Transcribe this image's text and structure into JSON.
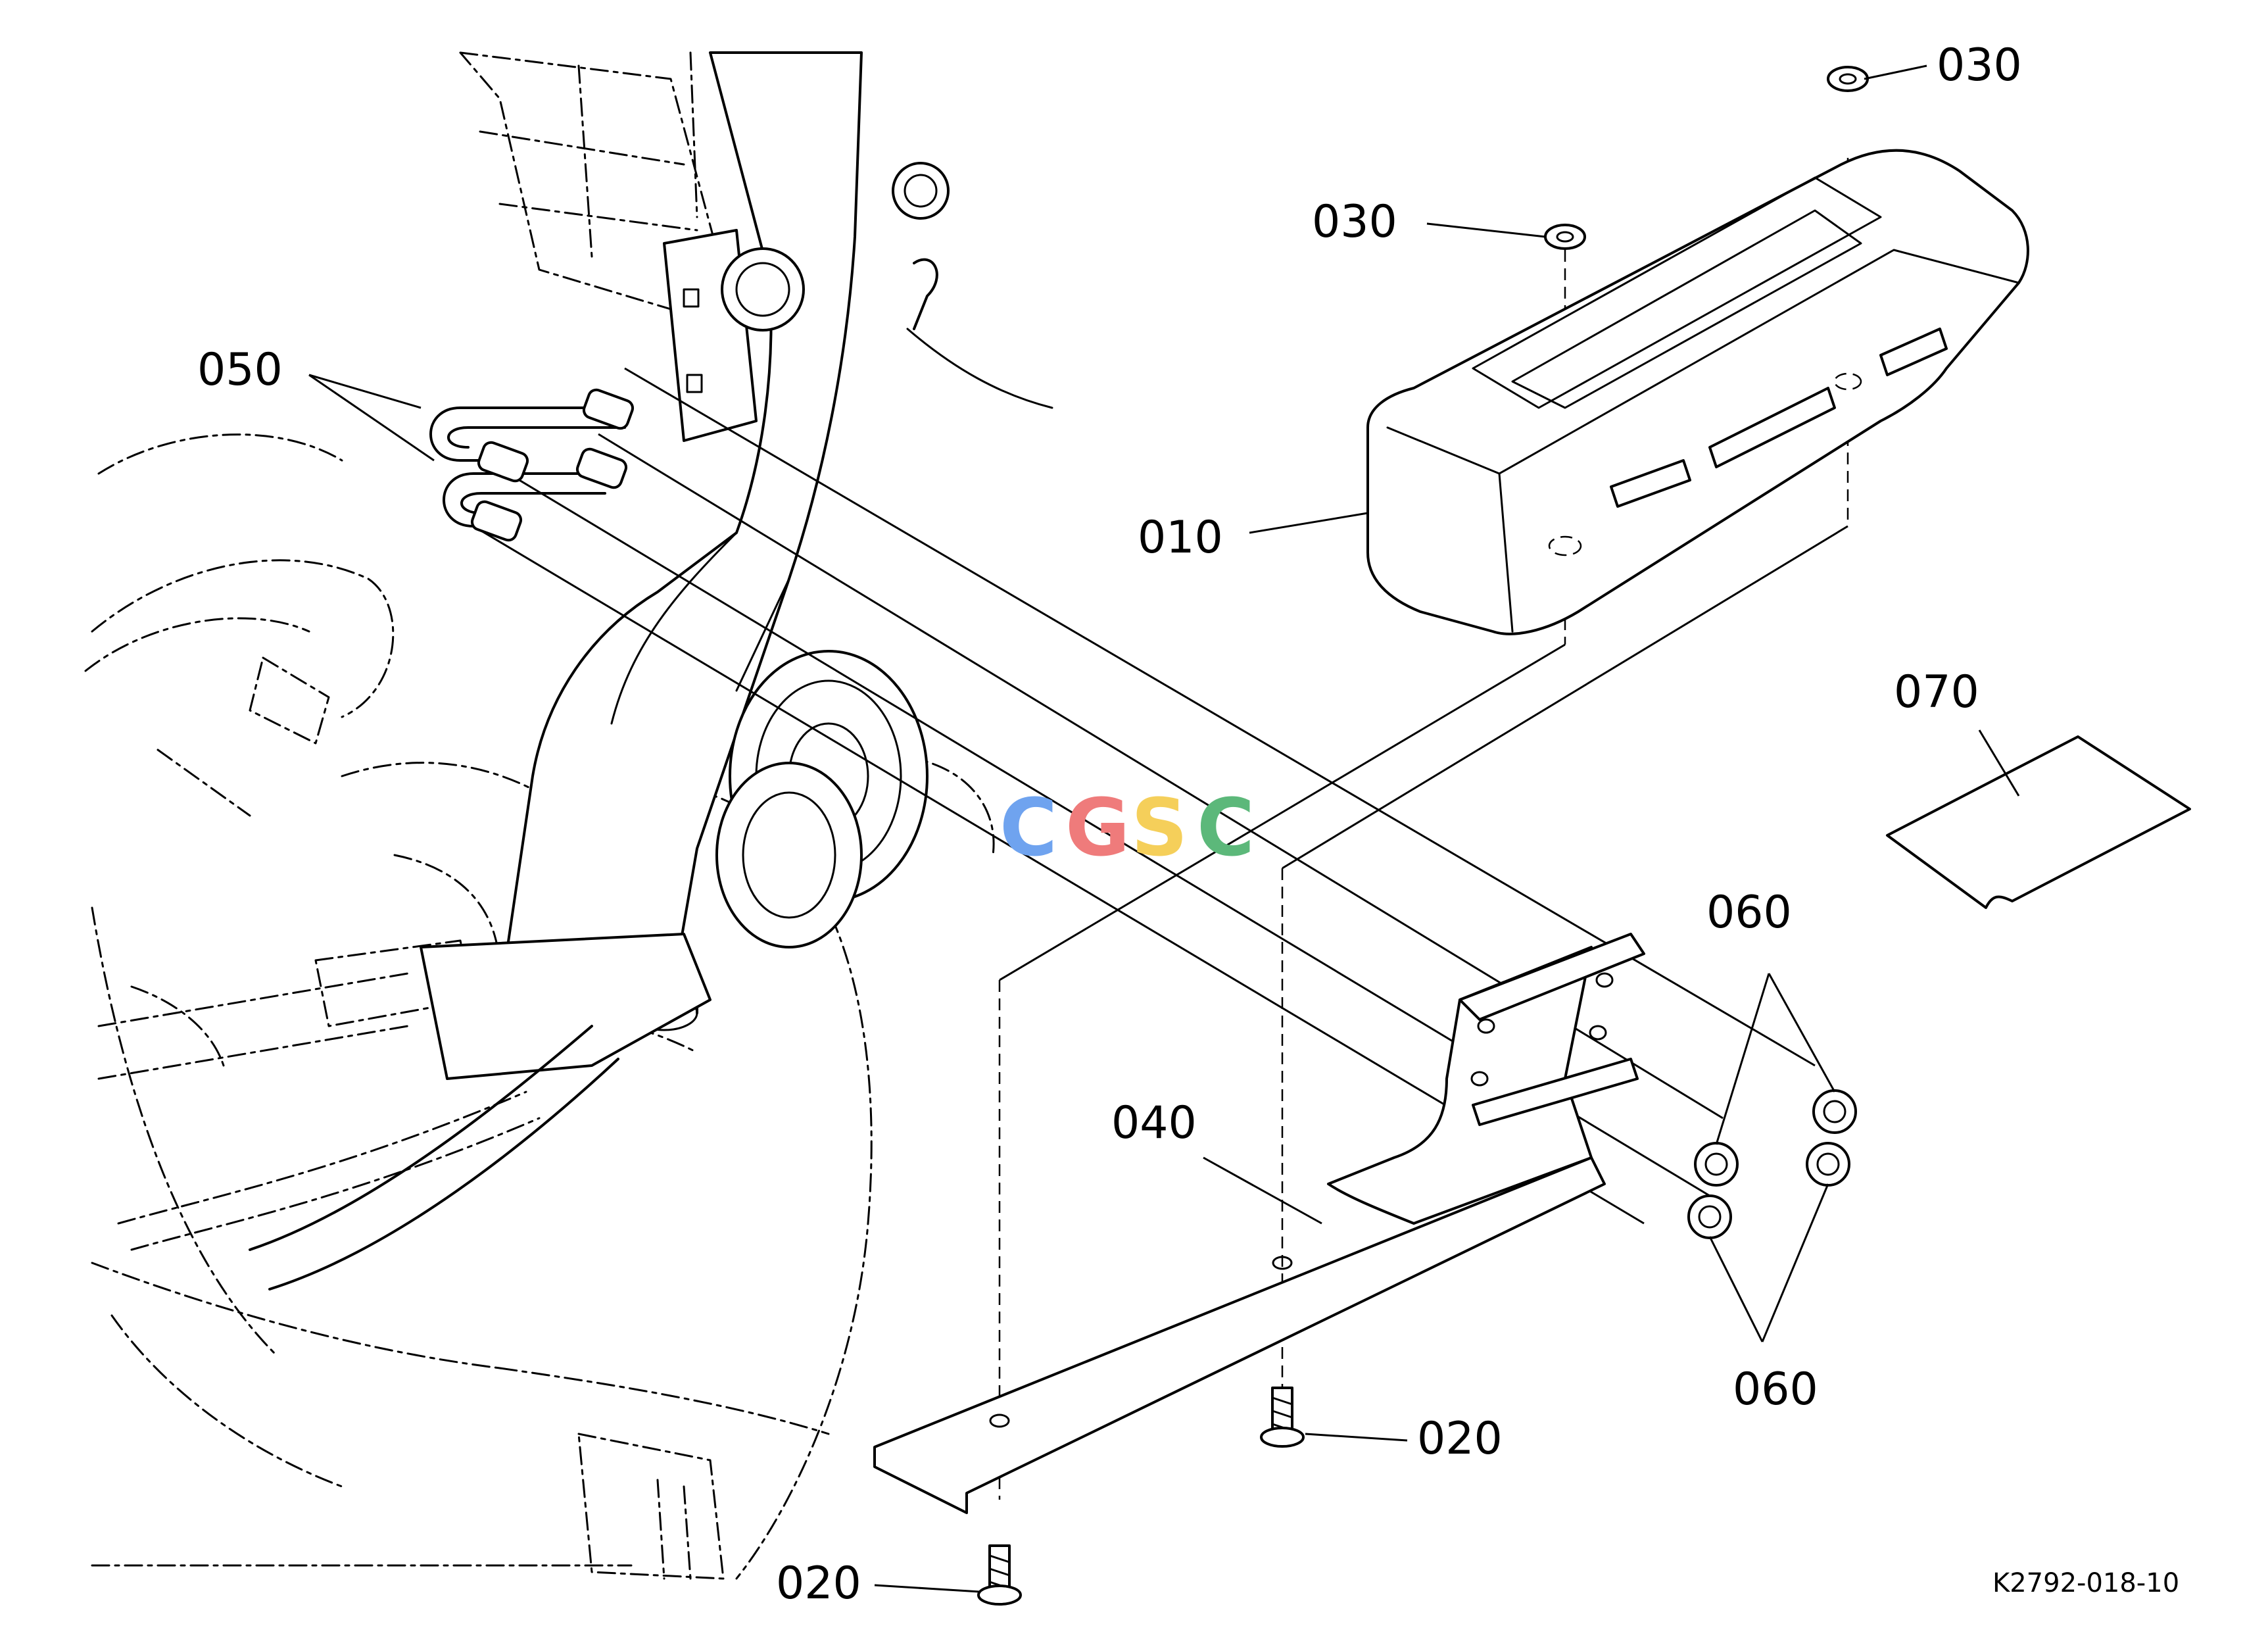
{
  "callouts": {
    "p010": "010",
    "p020_a": "020",
    "p020_b": "020",
    "p030_a": "030",
    "p030_b": "030",
    "p040": "040",
    "p050": "050",
    "p060_a": "060",
    "p060_b": "060",
    "p070": "070"
  },
  "reference_code": "K2792-018-10",
  "watermark": {
    "letters": [
      "C",
      "G",
      "S",
      "C"
    ],
    "colors": [
      "#6fa3ef",
      "#ef7b7b",
      "#f5cf5a",
      "#5cb87a"
    ]
  }
}
